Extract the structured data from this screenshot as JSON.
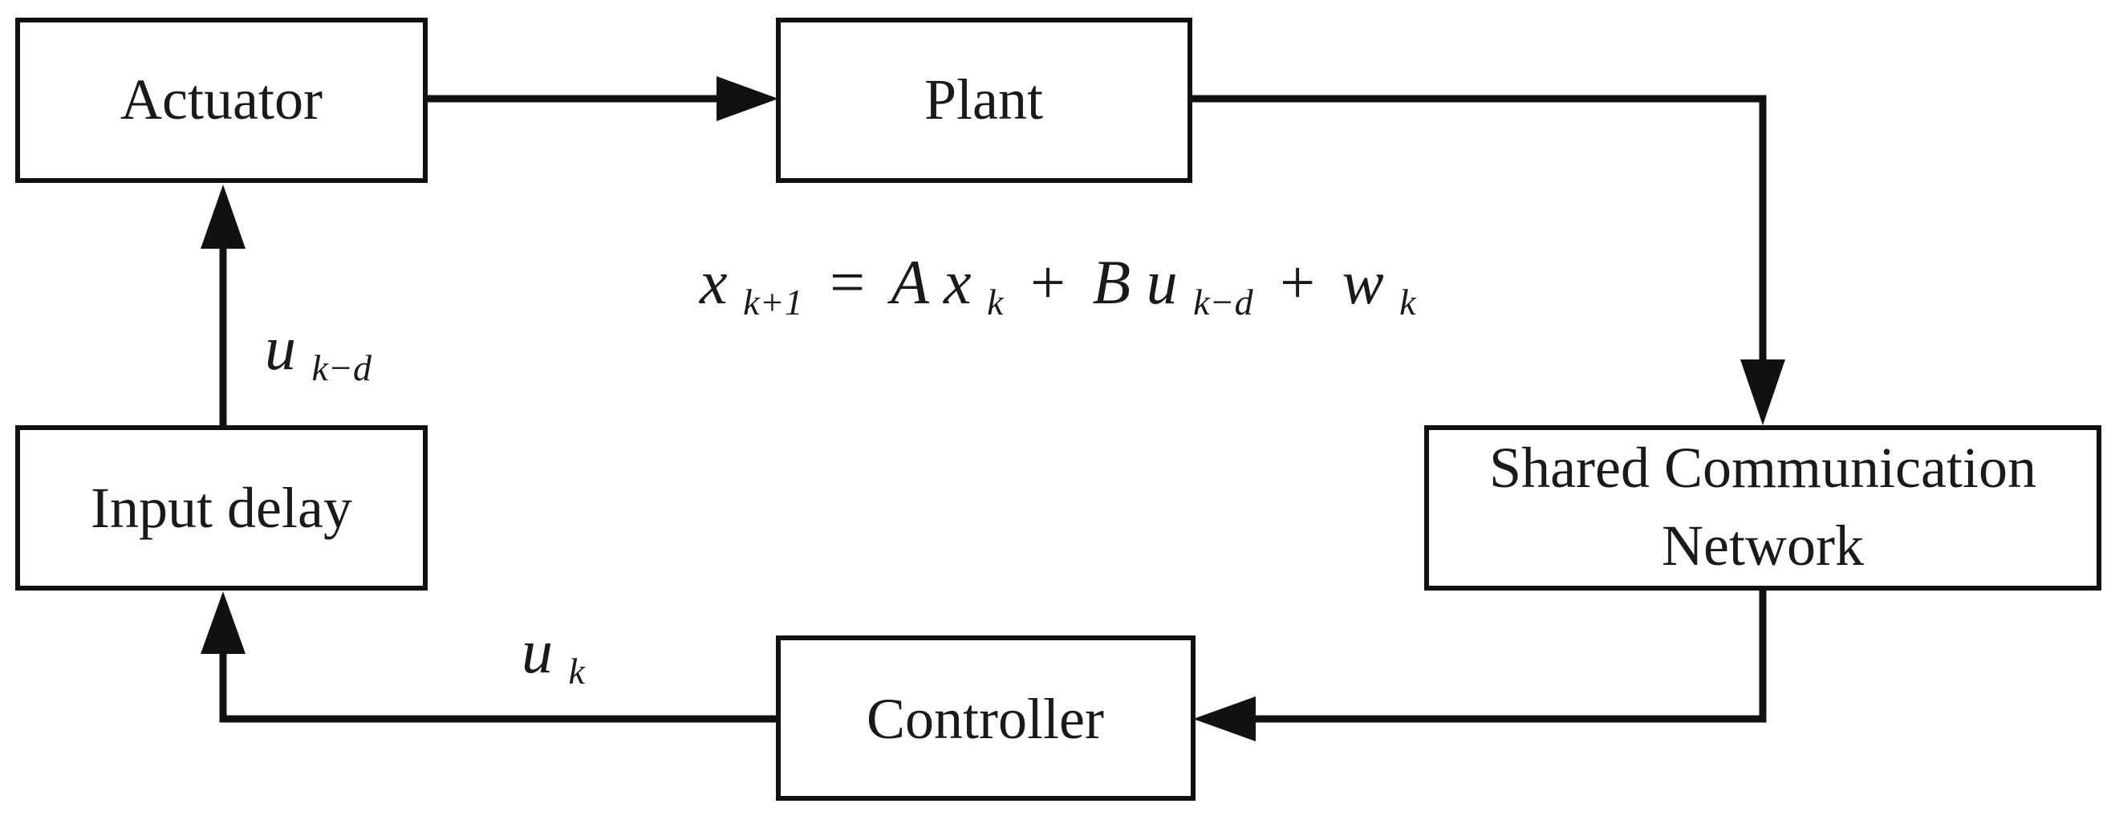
{
  "blocks": {
    "actuator": "Actuator",
    "plant": "Plant",
    "input_delay": "Input delay",
    "network_line1": "Shared Communication",
    "network_line2": "Network",
    "controller": "Controller"
  },
  "equation": {
    "x": "x",
    "x_sub": "k+1",
    "equals": "=",
    "A": "A",
    "x2": "x",
    "x2_sub": "k",
    "plus1": "+",
    "B": "B",
    "u": "u",
    "u_sub": "k−d",
    "plus2": "+",
    "w": "w",
    "w_sub": "k"
  },
  "signals": {
    "delayed_input": "u",
    "delayed_input_sub": "k−d",
    "control_input": "u",
    "control_input_sub": "k"
  }
}
